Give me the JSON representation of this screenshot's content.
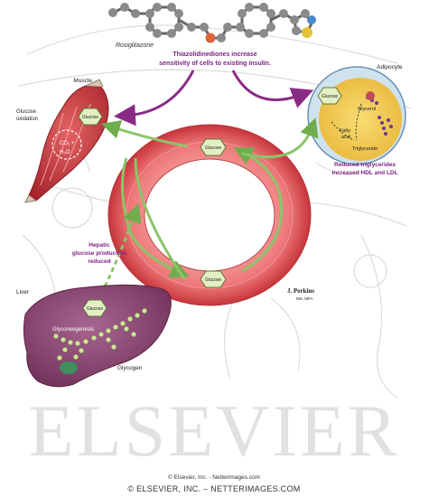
{
  "labels": {
    "drug": "Rosiglitazone",
    "tzd_line1": "Thiazolidinediones increase",
    "tzd_line2": "sensitivity of cells to existing insulin.",
    "muscle": "Muscle",
    "glucose_oxidation_1": "Glucose",
    "glucose_oxidation_2": "oxidation",
    "co2": "CO₂ +",
    "h2o": "H₂O",
    "adipocyte": "Adipocyte",
    "glycerol": "Glycerol",
    "fatty_acid_1": "Fatty",
    "fatty_acid_2": "acid",
    "triglyceride": "Triglyceride",
    "reduced_tg_1": "Reduced triglycerides",
    "reduced_tg_2": "Increased HDL and LDL",
    "hepatic_1": "Hepatic",
    "hepatic_2": "glucose production",
    "hepatic_3": "reduced",
    "liver": "Liver",
    "glyconeogenesis": "Glyconeogenesis",
    "glycogen": "Glycogen",
    "artist": "J. Perkins",
    "artist_sub": "MS, MFA",
    "watermark": "ELSEVIER",
    "footer_small": "© Elsevier, Inc. - Netterimages.com",
    "footer_main": "© ELSEVIER, INC. – NETTERIMAGES.COM"
  },
  "glucose_label": "Glucose",
  "colors": {
    "label_purple": "#7a1f7f",
    "arrow_purple": "#8b2a86",
    "pathway_green": "#8cc46a",
    "torus_red": "#e96b6b",
    "muscle_red": "#c9373b",
    "liver_purple": "#8a4a72",
    "adipocyte_yellow": "#f2cf5c",
    "hexagon_fill": "#e4f0c4"
  }
}
